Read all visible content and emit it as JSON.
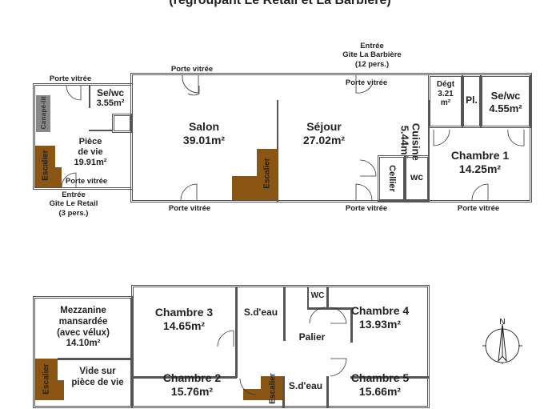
{
  "title": "(regroupant Le Retail et La Barbière)",
  "ground_floor": {
    "entries": [
      {
        "line1": "Entrée",
        "line2": "Gîte La Barbière",
        "line3": "(12 pers.)"
      },
      {
        "line1": "Entrée",
        "line2": "Gîte Le Retail",
        "line3": "(3 pers.)"
      }
    ],
    "door_label": "Porte vitrée",
    "rooms": {
      "se_wc_small": {
        "name": "Se/wc",
        "area": "3.55m²"
      },
      "canape": "Canapé-lit",
      "piece_de_vie": {
        "l1": "Pièce",
        "l2": "de vie",
        "area": "19.91m²"
      },
      "escalier": "Escalier",
      "salon": {
        "name": "Salon",
        "area": "39.01m²"
      },
      "sejour": {
        "name": "Séjour",
        "area": "27.02m²"
      },
      "cuisine": {
        "name": "Cuisine",
        "area": "5.44m²"
      },
      "cellier": "Cellier",
      "wc": "wc",
      "degt": {
        "name": "Dégt",
        "area1": "3.21",
        "area2": "m²"
      },
      "pl": "Pl.",
      "se_wc_large": {
        "name": "Se/wc",
        "area": "4.55m²"
      },
      "chambre1": {
        "name": "Chambre 1",
        "area": "14.25m²"
      }
    }
  },
  "upper_floor": {
    "mezzanine": {
      "l1": "Mezzanine",
      "l2": "mansardée",
      "l3": "(avec vélux)",
      "area": "14.10m²"
    },
    "vide": {
      "l1": "Vide sur",
      "l2": "pièce de vie"
    },
    "escalier": "Escalier",
    "chambre3": {
      "name": "Chambre 3",
      "area": "14.65m²"
    },
    "sdeau1": "S.d'eau",
    "wc": "WC",
    "chambre4": {
      "name": "Chambre 4",
      "area": "13.93m²"
    },
    "palier": "Palier",
    "chambre2": {
      "name": "Chambre 2",
      "area": "15.76m²"
    },
    "sdeau2": "S.d'eau",
    "chambre5": {
      "name": "Chambre 5",
      "area": "15.66m²"
    }
  },
  "compass": {
    "north": "N"
  },
  "colors": {
    "stairs": "#8b5514",
    "sofa": "#888888",
    "walls": "#555555"
  }
}
